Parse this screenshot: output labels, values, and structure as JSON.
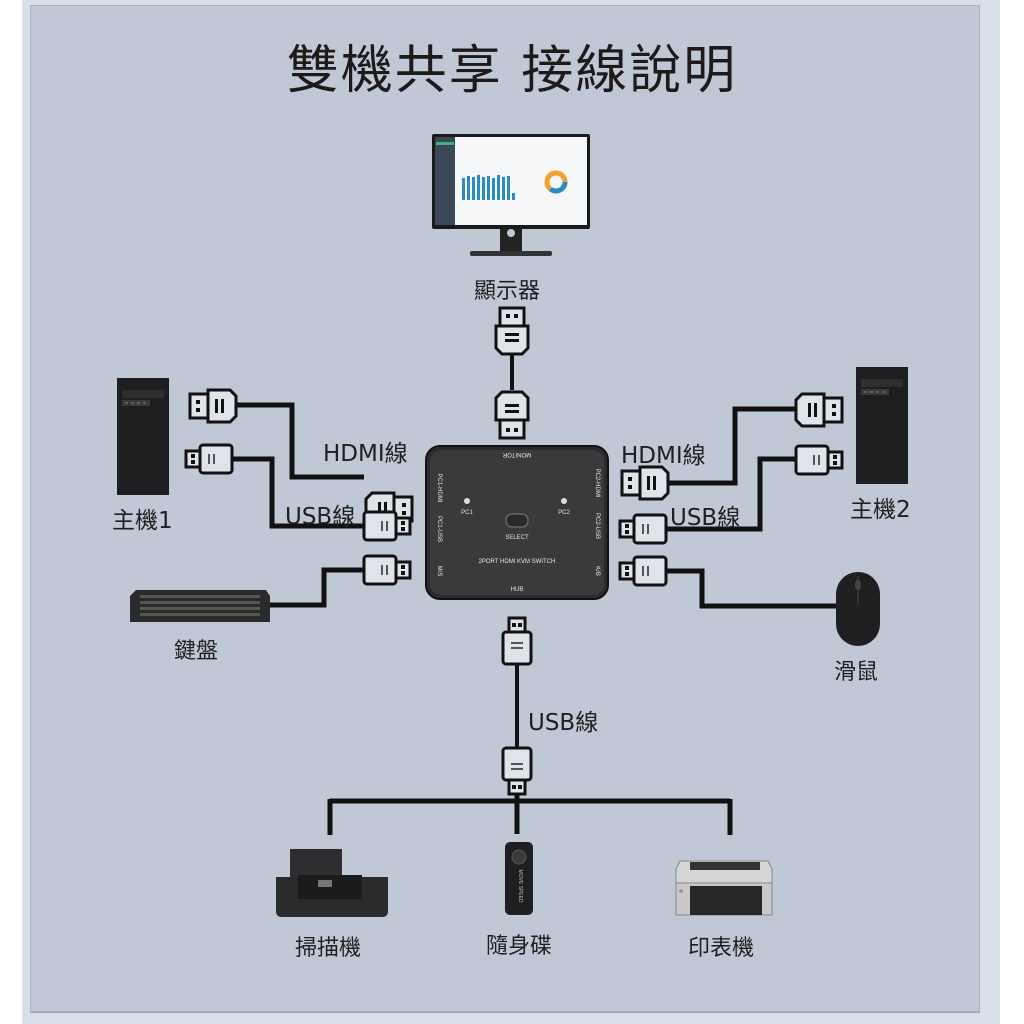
{
  "title": "雙機共享 接線說明",
  "devices": {
    "monitor": "顯示器",
    "host1": "主機1",
    "host2": "主機2",
    "keyboard": "鍵盤",
    "mouse": "滑鼠",
    "scanner": "掃描機",
    "usb_drive": "隨身碟",
    "printer": "印表機"
  },
  "cables": {
    "left_hdmi": "HDMI線",
    "left_usb": "USB線",
    "right_hdmi": "HDMI線",
    "right_usb": "USB線",
    "hub_usb": "USB線"
  },
  "kvm": {
    "top_port": "MONITOR",
    "left_ports": [
      "PC1-HDMI",
      "PC1-USB",
      "M/S"
    ],
    "right_ports": [
      "PC2-HDMI",
      "PC2-USB",
      "K/B"
    ],
    "led1": "PC1",
    "led2": "PC2",
    "button": "SELECT",
    "model": "2PORT HDMI KVM SWITCH",
    "bottom_port": "HUB"
  },
  "usb_drive_brand": "MOVE SPEED",
  "colors": {
    "background": "#c1c8d5",
    "frame": "#d9dfe8",
    "cable": "#111111",
    "device": "#2a2a2a"
  }
}
